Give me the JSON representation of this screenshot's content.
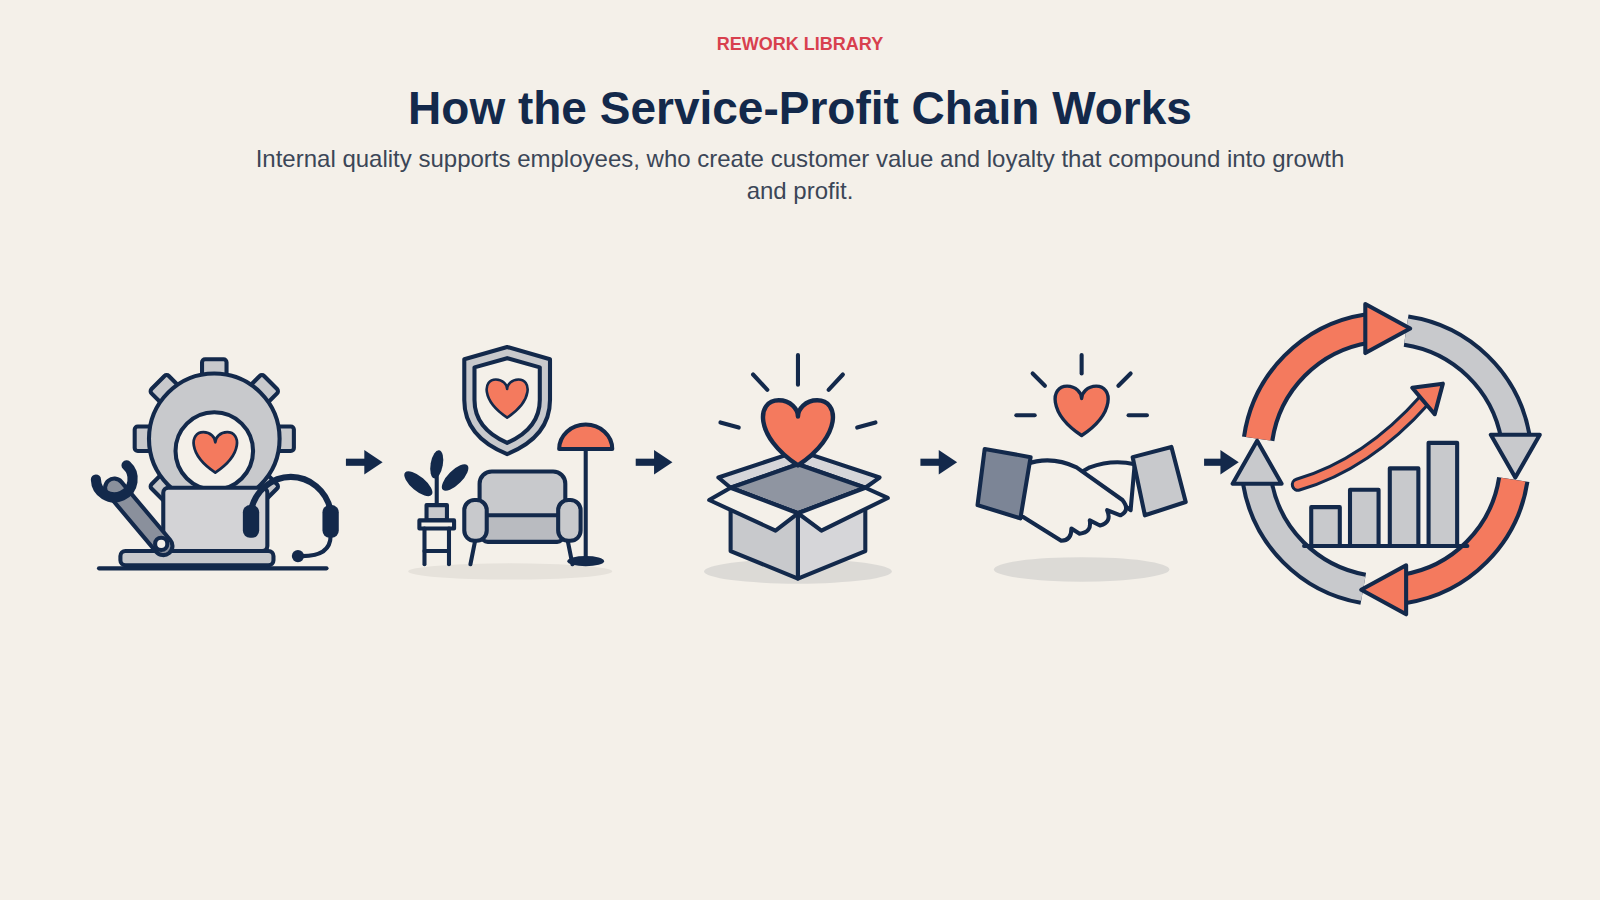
{
  "diagram": {
    "title": "How the Service-Profit Chain Works",
    "caption": "Internal quality supports employees, who create customer value and loyalty that compound into growth and profit.",
    "labels": [
      "REWORK LIBRARY"
    ]
  }
}
